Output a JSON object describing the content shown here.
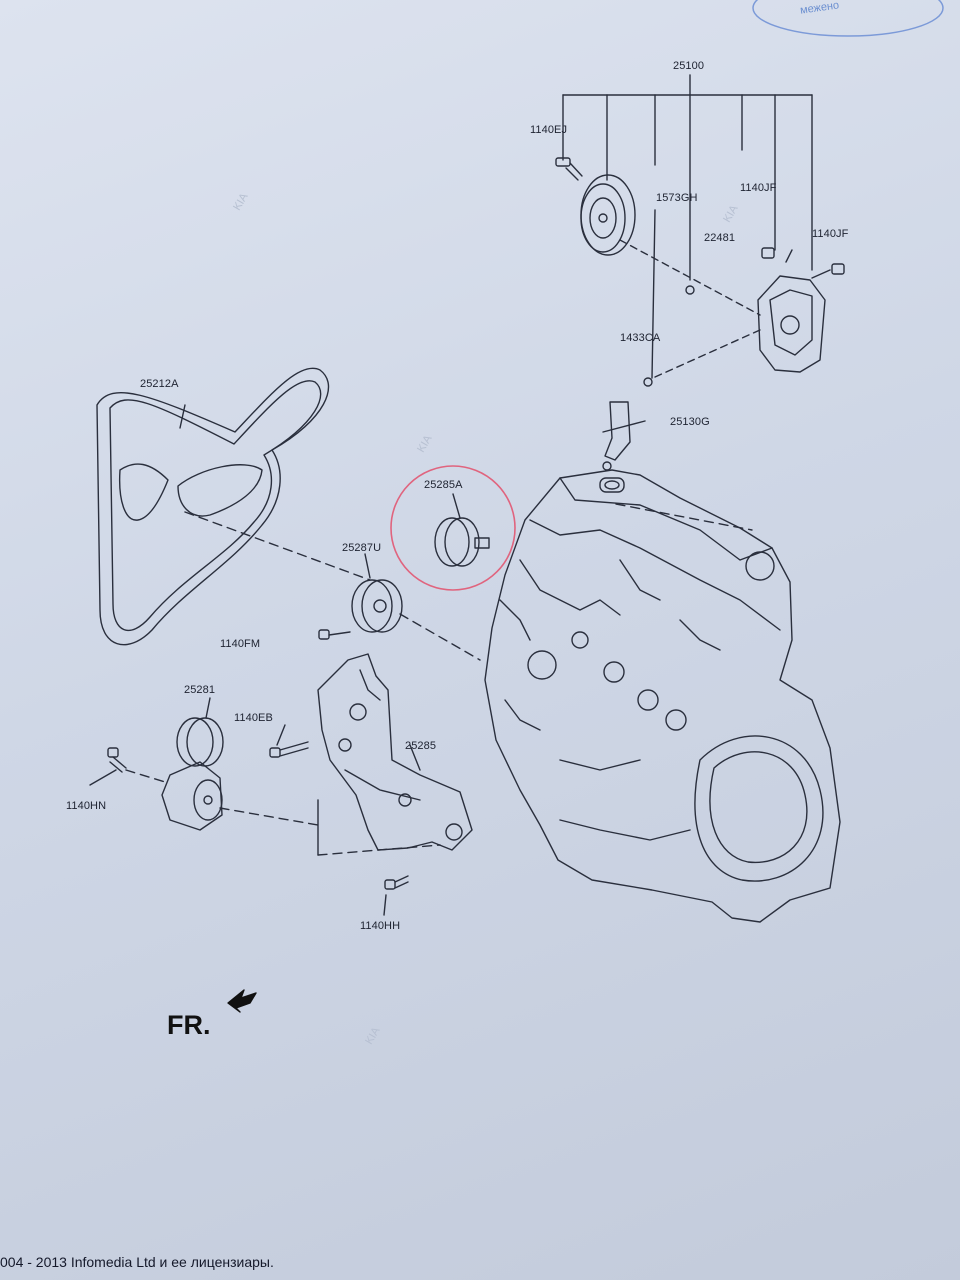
{
  "diagram": {
    "labels": [
      {
        "id": "25100",
        "text": "25100"
      },
      {
        "id": "1140EJ",
        "text": "1140EJ"
      },
      {
        "id": "1573GH",
        "text": "1573GH"
      },
      {
        "id": "1140JF_a",
        "text": "1140JF"
      },
      {
        "id": "22481",
        "text": "22481"
      },
      {
        "id": "1140JF_b",
        "text": "1140JF"
      },
      {
        "id": "1433CA",
        "text": "1433CA"
      },
      {
        "id": "25130G",
        "text": "25130G"
      },
      {
        "id": "25212A",
        "text": "25212A"
      },
      {
        "id": "25285A",
        "text": "25285A"
      },
      {
        "id": "25287U",
        "text": "25287U"
      },
      {
        "id": "1140FM",
        "text": "1140FM"
      },
      {
        "id": "25281",
        "text": "25281"
      },
      {
        "id": "1140EB",
        "text": "1140EB"
      },
      {
        "id": "25285",
        "text": "25285"
      },
      {
        "id": "1140HN",
        "text": "1140HN"
      },
      {
        "id": "1140HH",
        "text": "1140HH"
      }
    ],
    "watermark": "KIA",
    "front_indicator": "FR.",
    "stamp_text": "межено",
    "highlight_color": "#e0647e"
  },
  "footer": {
    "text": "004 - 2013 Infomedia Ltd и ее лицензиары."
  }
}
